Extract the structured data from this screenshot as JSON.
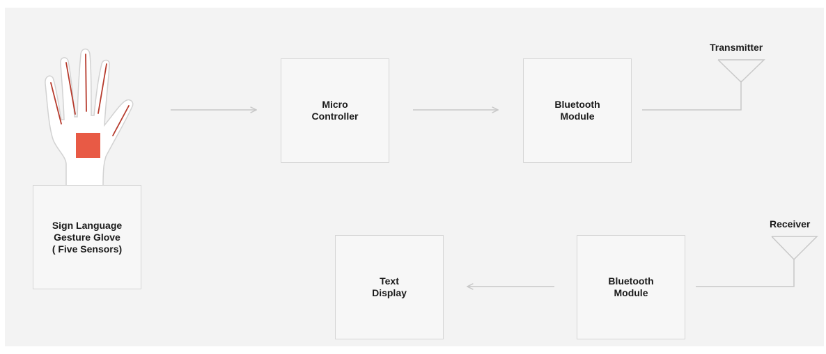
{
  "colors": {
    "background": "#f3f3f3",
    "box_fill": "#f7f7f7",
    "box_border": "#d6d6d6",
    "connector": "#c8c8c8",
    "hand_outline": "#d2d2d2",
    "sensor": "#b63a2c",
    "chip": "#e85a45",
    "text": "#1a1a1a"
  },
  "nodes": {
    "glove": {
      "label": "Sign Language\nGesture Glove\n( Five Sensors)",
      "icon": "hand-glove-icon"
    },
    "micro_controller": {
      "label": "Micro\nController"
    },
    "bt_module_tx": {
      "label": "Bluetooth\nModule"
    },
    "bt_module_rx": {
      "label": "Bluetooth\nModule"
    },
    "text_display": {
      "label": "Text\nDisplay"
    }
  },
  "antennas": {
    "transmitter": {
      "label": "Transmitter",
      "icon": "antenna-icon"
    },
    "receiver": {
      "label": "Receiver",
      "icon": "antenna-icon"
    }
  },
  "edges": [
    {
      "from": "glove",
      "to": "micro_controller",
      "arrow": true
    },
    {
      "from": "micro_controller",
      "to": "bt_module_tx",
      "arrow": true
    },
    {
      "from": "bt_module_tx",
      "to": "transmitter",
      "arrow": false
    },
    {
      "from": "receiver",
      "to": "bt_module_rx",
      "arrow": false
    },
    {
      "from": "bt_module_rx",
      "to": "text_display",
      "arrow": true
    }
  ]
}
